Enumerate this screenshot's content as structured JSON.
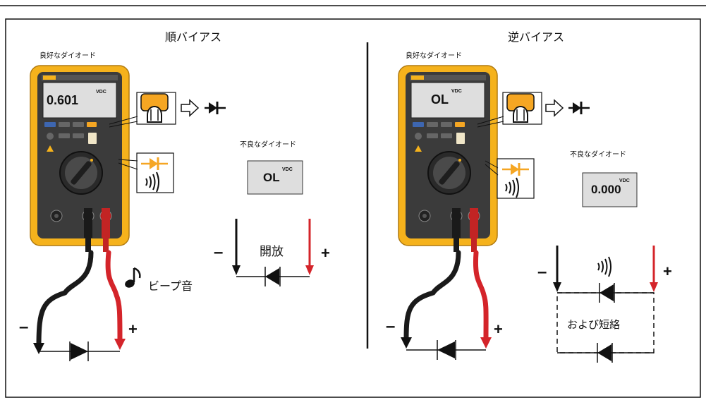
{
  "left_panel": {
    "title": "順バイアス",
    "good_diode_label": "良好なダイオード",
    "meter_reading": "0.601",
    "meter_unit": "VDC",
    "bad_diode_label": "不良なダイオード",
    "bad_reading": "OL",
    "bad_unit": "VDC",
    "open_label": "開放",
    "beep_label": "ビープ音",
    "minus": "–",
    "plus": "+"
  },
  "right_panel": {
    "title": "逆バイアス",
    "good_diode_label": "良好なダイオード",
    "meter_reading": "OL",
    "meter_unit": "VDC",
    "bad_diode_label": "不良なダイオード",
    "bad_reading": "0.000",
    "bad_unit": "VDC",
    "short_label": "および短絡",
    "minus": "–",
    "plus": "+"
  },
  "colors": {
    "meter_holster": "#f5b21c",
    "meter_body": "#3a3a3a",
    "lcd": "#d9d9d9",
    "probe_red": "#d4242a",
    "probe_black": "#1a1a1a",
    "highlight_orange": "#f5a623"
  }
}
